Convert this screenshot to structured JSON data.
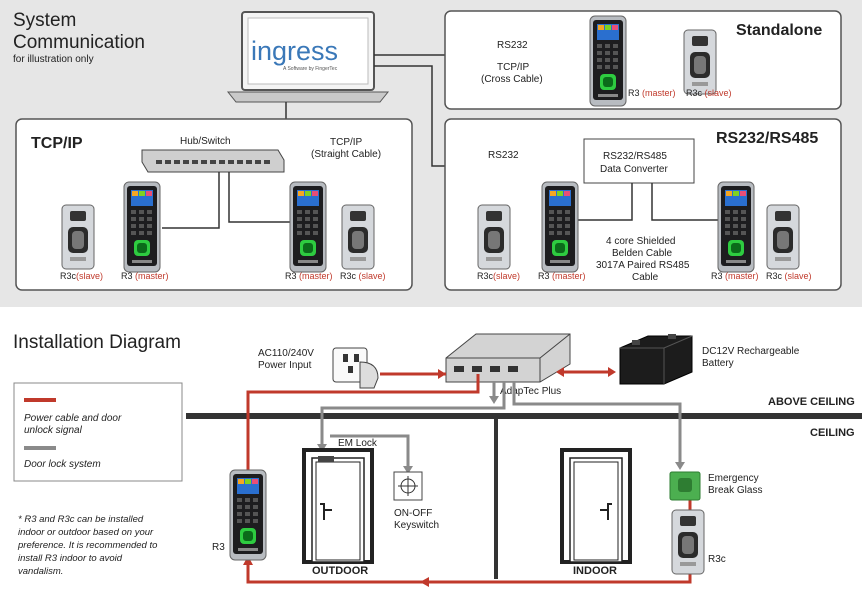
{
  "top": {
    "title_line1": "System",
    "title_line2": "Communication",
    "subtitle": "for illustration only",
    "logo_text": "ingress",
    "logo_tagline": "A Software by FingerTec",
    "standalone": {
      "heading": "Standalone",
      "rs232": "RS232",
      "tcpip": "TCP/IP",
      "cross": "(Cross Cable)",
      "r3": "R3",
      "r3_role": "(master)",
      "r3c": "R3c",
      "r3c_role": "(slave)"
    },
    "tcpip_panel": {
      "heading": "TCP/IP",
      "hub": "Hub/Switch",
      "tcpip": "TCP/IP",
      "straight": "(Straight Cable)",
      "r3c_left": "R3c",
      "slave": "(slave)",
      "r3_left": "R3",
      "master": "(master)",
      "r3_right": "R3",
      "r3c_right": "R3c"
    },
    "rs_panel": {
      "heading": "RS232/RS485",
      "rs232": "RS232",
      "converter_line1": "RS232/RS485",
      "converter_line2": "Data  Converter",
      "cable_line1": "4 core Shielded",
      "cable_line2": "Belden Cable",
      "cable_line3": "3017A Paired RS485",
      "cable_line4": "Cable",
      "r3c": "R3c",
      "slave": "(slave)",
      "r3": "R3",
      "master": "(master)"
    }
  },
  "install": {
    "title": "Installation Diagram",
    "power_line1": "AC110/240V",
    "power_line2": "Power Input",
    "adaptec": "AdapTec Plus",
    "battery_line1": "DC12V Rechargeable",
    "battery_line2": "Battery",
    "above_ceiling": "ABOVE CEILING",
    "ceiling": "CEILING",
    "legend_power_line1": "Power cable and door",
    "legend_power_line2": "unlock signal",
    "legend_lock": "Door lock system",
    "note_line1": "* R3 and R3c can be installed",
    "note_line2": "indoor or outdoor based on your",
    "note_line3": "preference. It is recommended to",
    "note_line4": "install R3 indoor to avoid",
    "note_line5": "vandalism.",
    "em_lock": "EM Lock",
    "keyswitch_line1": "ON-OFF",
    "keyswitch_line2": "Keyswitch",
    "emergency_line1": "Emergency",
    "emergency_line2": "Break Glass",
    "r3": "R3",
    "r3c": "R3c",
    "outdoor": "OUTDOOR",
    "indoor": "INDOOR"
  },
  "colors": {
    "power": "#c0392b",
    "lock": "#8a8a8a",
    "panel_bg": "#e7e7e7",
    "accent_green": "#4caf50"
  }
}
